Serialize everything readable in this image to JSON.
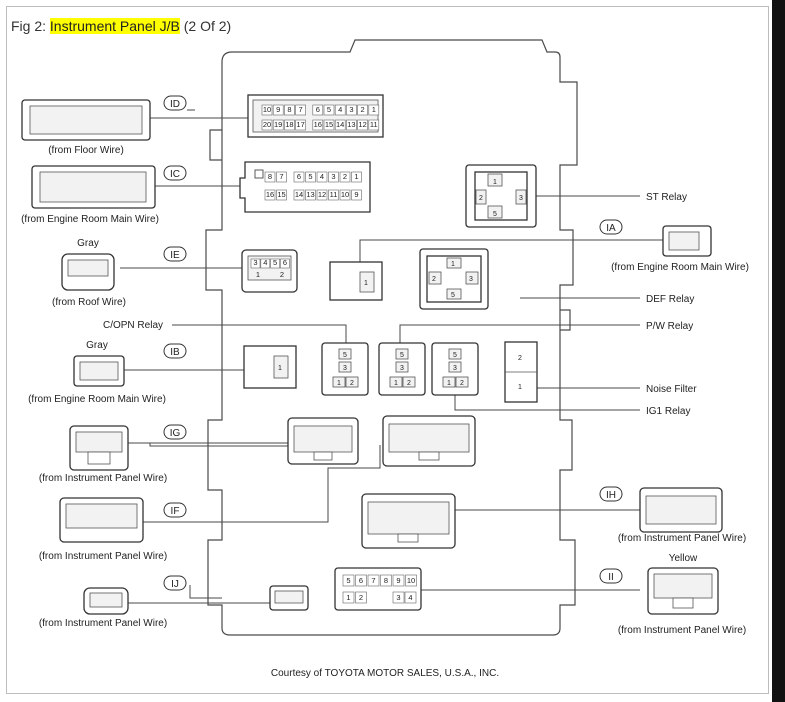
{
  "figure": {
    "prefix": "Fig 2: ",
    "highlight": "Instrument Panel J/B",
    "suffix": " (2 Of 2)"
  },
  "connectors": {
    "id": "ID",
    "ic": "IC",
    "ie": "IE",
    "ib": "IB",
    "ig": "IG",
    "if": "IF",
    "ij": "IJ",
    "ia": "IA",
    "ih": "IH",
    "ii": "II"
  },
  "wire_labels": {
    "floor": "(from Floor Wire)",
    "engine_room_main": "(from Engine Room Main Wire)",
    "roof": "(from Roof Wire)",
    "engine_room_main_ib": "(from Engine  Room Main Wire)",
    "instrument_panel": "(from Instrument Panel Wire)"
  },
  "colors_text": {
    "gray": "Gray",
    "yellow": "Yellow"
  },
  "relays": {
    "st": "ST Relay",
    "def": "DEF Relay",
    "copn": "C/OPN Relay",
    "pw": "P/W Relay",
    "noise_filter": "Noise Filter",
    "ig1": "IG1 Relay"
  },
  "pins": {
    "id_top": [
      "10",
      "9",
      "8",
      "7",
      "6",
      "5",
      "4",
      "3",
      "2",
      "1"
    ],
    "id_bottom": [
      "20",
      "19",
      "18",
      "17",
      "16",
      "15",
      "14",
      "13",
      "12",
      "11"
    ],
    "ic_top": [
      "8",
      "7",
      "6",
      "5",
      "4",
      "3",
      "2",
      "1"
    ],
    "ic_bottom": [
      "16",
      "15",
      "14",
      "13",
      "12",
      "11",
      "10",
      "9"
    ],
    "ie": [
      "3",
      "4",
      "5",
      "6",
      "1",
      "2"
    ],
    "ii_top": [
      "5",
      "6",
      "7",
      "8",
      "9",
      "10"
    ],
    "ii_bottom": [
      "1",
      "2",
      "3",
      "4"
    ],
    "st": [
      "1",
      "2",
      "3",
      "5"
    ],
    "def": [
      "1",
      "2",
      "3",
      "5"
    ],
    "single": "1",
    "noise_filter": [
      "2",
      "1"
    ],
    "relay_small": [
      "5",
      "3",
      "1",
      "2"
    ]
  },
  "credit": "Courtesy of TOYOTA MOTOR SALES, U.S.A., INC.",
  "colors": {
    "highlight": "#ffff00",
    "line": "#4a4a4a",
    "connector_fill": "#f2f2f2"
  }
}
